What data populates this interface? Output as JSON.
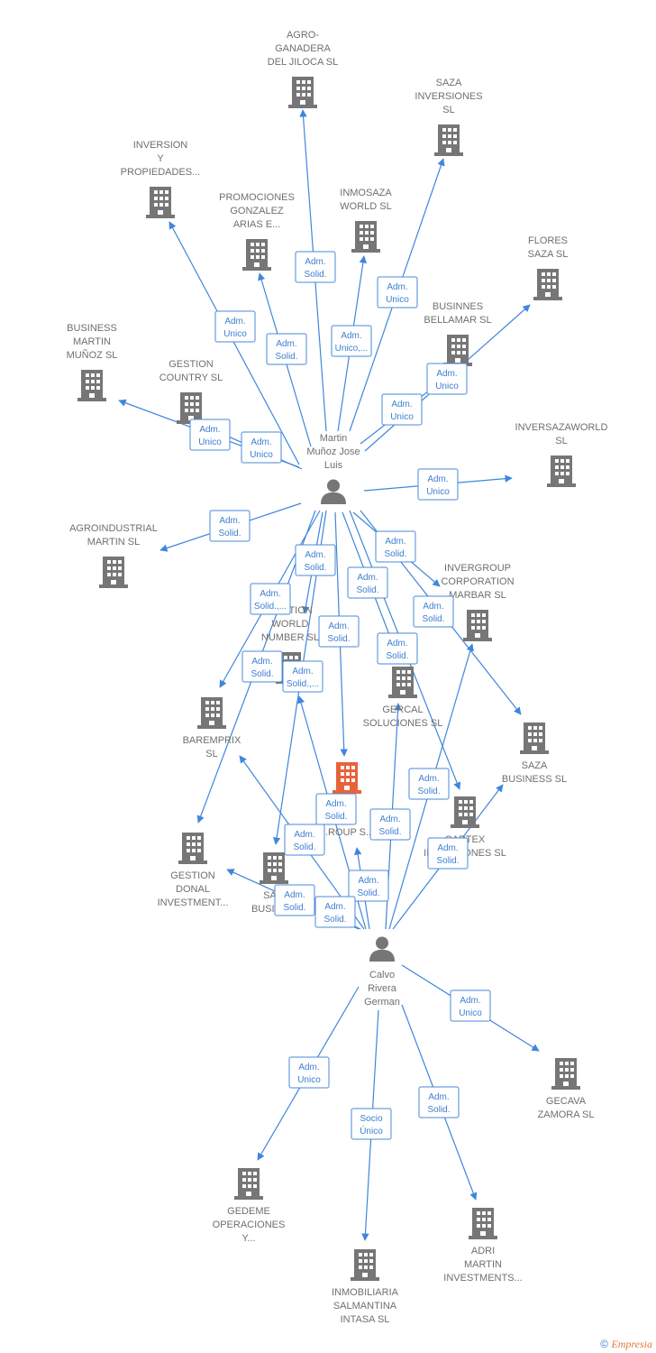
{
  "colors": {
    "edge": "#3f86dc",
    "node": "#767676",
    "focus": "#e8623a",
    "label": "#6f6f6f"
  },
  "footer": {
    "copyright": "©",
    "brand": "Empresia"
  },
  "nodes": [
    {
      "id": "agro_jiloca",
      "lines": [
        "AGRO-",
        "GANADERA",
        "DEL JILOCA SL"
      ],
      "kind": "company"
    },
    {
      "id": "saza_inv",
      "lines": [
        "SAZA",
        "INVERSIONES",
        "SL"
      ],
      "kind": "company"
    },
    {
      "id": "inversion_prop",
      "lines": [
        "INVERSION",
        "Y",
        "PROPIEDADES..."
      ],
      "kind": "company"
    },
    {
      "id": "promo_gonzalez",
      "lines": [
        "PROMOCIONES",
        "GONZALEZ",
        "ARIAS E..."
      ],
      "kind": "company"
    },
    {
      "id": "inmosaza",
      "lines": [
        "INMOSAZA",
        "WORLD  SL"
      ],
      "kind": "company"
    },
    {
      "id": "flores_saza",
      "lines": [
        "FLORES",
        "SAZA  SL"
      ],
      "kind": "company"
    },
    {
      "id": "businnes_bellamar",
      "lines": [
        "BUSINNES",
        "BELLAMAR  SL"
      ],
      "kind": "company"
    },
    {
      "id": "business_martin",
      "lines": [
        "BUSINESS",
        "MARTIN",
        "MUÑOZ  SL"
      ],
      "kind": "company"
    },
    {
      "id": "gestion_country",
      "lines": [
        "GESTION",
        "COUNTRY  SL"
      ],
      "kind": "company"
    },
    {
      "id": "inversazaworld",
      "lines": [
        "INVERSAZAWORLD",
        "SL"
      ],
      "kind": "company"
    },
    {
      "id": "martin_person",
      "lines": [
        "Martin",
        "Muñoz Jose",
        "Luis"
      ],
      "kind": "person"
    },
    {
      "id": "agroindustrial",
      "lines": [
        "AGROINDUSTRIAL",
        "MARTIN SL"
      ],
      "kind": "company"
    },
    {
      "id": "invergroup",
      "lines": [
        "INVERGROUP",
        "CORPORATION",
        "MARBAR  SL"
      ],
      "kind": "company"
    },
    {
      "id": "gestion_world",
      "lines": [
        "GESTION",
        "WORLD",
        "NUMBER  SL"
      ],
      "kind": "company"
    },
    {
      "id": "gercal",
      "lines": [
        "GERCAL",
        "SOLUCIONES SL"
      ],
      "kind": "company"
    },
    {
      "id": "baremprix",
      "lines": [
        "BAREMPRIX",
        "SL"
      ],
      "kind": "company"
    },
    {
      "id": "saza_business",
      "lines": [
        "SAZA",
        "BUSINESS  SL"
      ],
      "kind": "company"
    },
    {
      "id": "focus",
      "lines": [
        "...A",
        "...R",
        "...ROUP  S..."
      ],
      "kind": "focus"
    },
    {
      "id": "cartex",
      "lines": [
        "CARTEX",
        "INVERSIONES SL"
      ],
      "kind": "company"
    },
    {
      "id": "gestion_donal",
      "lines": [
        "GESTION",
        "DONAL",
        "INVESTMENT..."
      ],
      "kind": "company"
    },
    {
      "id": "saza_business2",
      "lines": [
        "SA...",
        "BUSINE..."
      ],
      "kind": "company"
    },
    {
      "id": "calvo_person",
      "lines": [
        "Calvo",
        "Rivera",
        "German"
      ],
      "kind": "person"
    },
    {
      "id": "gecava",
      "lines": [
        "GECAVA",
        "ZAMORA SL"
      ],
      "kind": "company"
    },
    {
      "id": "gedeme",
      "lines": [
        "GEDEME",
        "OPERACIONES",
        "Y..."
      ],
      "kind": "company"
    },
    {
      "id": "adri_martin",
      "lines": [
        "ADRI",
        "MARTIN",
        "INVESTMENTS..."
      ],
      "kind": "company"
    },
    {
      "id": "inmobiliaria",
      "lines": [
        "INMOBILIARIA",
        "SALMANTINA",
        "INTASA SL"
      ],
      "kind": "company"
    }
  ],
  "edges": [
    {
      "from": "martin_person",
      "to": "agro_jiloca",
      "label": [
        "Adm.",
        "Solid."
      ]
    },
    {
      "from": "martin_person",
      "to": "saza_inv",
      "label": [
        "Adm.",
        "Unico"
      ]
    },
    {
      "from": "martin_person",
      "to": "inversion_prop",
      "label": [
        "Adm.",
        "Unico"
      ]
    },
    {
      "from": "martin_person",
      "to": "promo_gonzalez",
      "label": [
        "Adm.",
        "Solid."
      ]
    },
    {
      "from": "martin_person",
      "to": "inmosaza",
      "label": [
        "Adm.",
        "Unico,..."
      ]
    },
    {
      "from": "martin_person",
      "to": "flores_saza",
      "label": [
        "Adm.",
        "Unico"
      ]
    },
    {
      "from": "martin_person",
      "to": "businnes_bellamar",
      "label": [
        "Adm.",
        "Unico"
      ]
    },
    {
      "from": "martin_person",
      "to": "business_martin",
      "label": [
        "Adm.",
        "Unico"
      ]
    },
    {
      "from": "martin_person",
      "to": "gestion_country",
      "label": [
        "Adm.",
        "Unico"
      ]
    },
    {
      "from": "martin_person",
      "to": "inversazaworld",
      "label": [
        "Adm.",
        "Unico"
      ]
    },
    {
      "from": "martin_person",
      "to": "agroindustrial",
      "label": [
        "Adm.",
        "Solid."
      ]
    },
    {
      "from": "martin_person",
      "to": "invergroup",
      "label": [
        "Adm.",
        "Solid."
      ]
    },
    {
      "from": "martin_person",
      "to": "saza_business",
      "label": [
        "Adm.",
        "Solid."
      ]
    },
    {
      "from": "martin_person",
      "to": "gestion_world",
      "label": [
        "Adm.",
        "Solid."
      ]
    },
    {
      "from": "martin_person",
      "to": "focus",
      "label": [
        "Adm.",
        "Solid."
      ]
    },
    {
      "from": "martin_person",
      "to": "gercal",
      "label": [
        "Adm.",
        "Solid."
      ]
    },
    {
      "from": "martin_person",
      "to": "baremprix",
      "label": [
        "Adm.",
        "Solid.,..."
      ]
    },
    {
      "from": "martin_person",
      "to": "gestion_donal",
      "label": [
        "Adm.",
        "Solid."
      ]
    },
    {
      "from": "martin_person",
      "to": "saza_business2",
      "label": [
        "Adm.",
        "Solid.,..."
      ]
    },
    {
      "from": "martin_person",
      "to": "cartex",
      "label": [
        "Adm.",
        "Solid."
      ]
    },
    {
      "from": "calvo_person",
      "to": "focus",
      "label": [
        "Adm.",
        "Solid."
      ]
    },
    {
      "from": "calvo_person",
      "to": "baremprix",
      "label": [
        "Adm.",
        "Solid."
      ]
    },
    {
      "from": "calvo_person",
      "to": "gestion_donal",
      "label": [
        "Adm.",
        "Solid."
      ]
    },
    {
      "from": "calvo_person",
      "to": "gestion_world",
      "label": [
        "Adm.",
        "Solid."
      ]
    },
    {
      "from": "calvo_person",
      "to": "gercal",
      "label": [
        "Adm.",
        "Solid."
      ]
    },
    {
      "from": "calvo_person",
      "to": "invergroup",
      "label": [
        "Adm.",
        "Solid."
      ]
    },
    {
      "from": "calvo_person",
      "to": "saza_business",
      "label": [
        "Adm.",
        "Solid."
      ]
    },
    {
      "from": "calvo_person",
      "to": "saza_business2",
      "label": [
        "Adm.",
        "Solid."
      ]
    },
    {
      "from": "calvo_person",
      "to": "gecava",
      "label": [
        "Adm.",
        "Unico"
      ]
    },
    {
      "from": "calvo_person",
      "to": "gedeme",
      "label": [
        "Adm.",
        "Unico"
      ]
    },
    {
      "from": "calvo_person",
      "to": "adri_martin",
      "label": [
        "Adm.",
        "Solid."
      ]
    },
    {
      "from": "calvo_person",
      "to": "inmobiliaria",
      "label": [
        "Socio",
        "Único"
      ]
    }
  ]
}
